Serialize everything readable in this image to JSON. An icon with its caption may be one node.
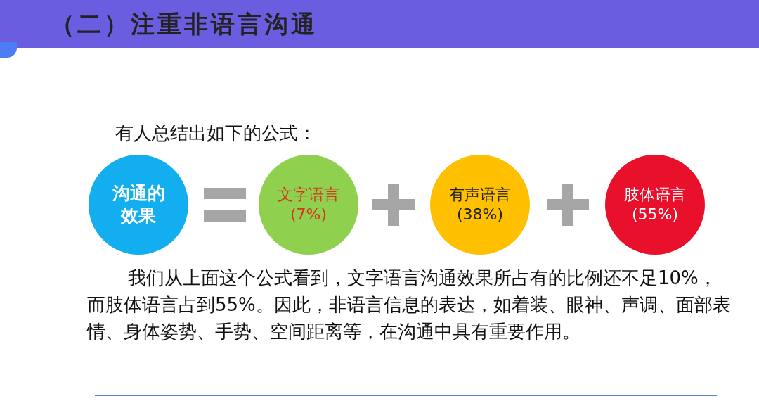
{
  "diagram": {
    "title": "（二）注重非语言沟通",
    "nodes": [
      {
        "text": [
          "沟通的效果"
        ]
      },
      {
        "text": [
          "文字语言",
          "(7%)"
        ]
      },
      {
        "text": [
          "有声语言",
          "(38%)"
        ]
      },
      {
        "text": [
          "肢体语言",
          "(55%)"
        ]
      }
    ],
    "labels": [
      "有人总结出如下的公式：",
      "我们从上面这个公式看到，文字语言沟通效果所占有的比例还不足10%，而肢体语言占到55%。因此，非语言信息的表达，如着装、眼神、声调、面部表情、身体姿势、手势、空间距离等，在沟通中具有重要作用。"
    ]
  }
}
